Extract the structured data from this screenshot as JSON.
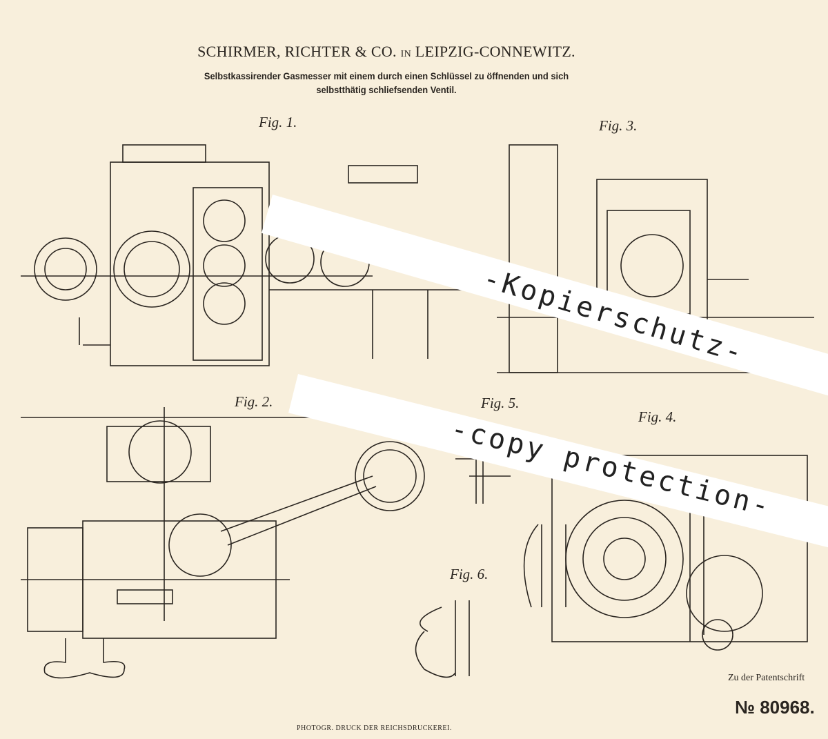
{
  "header": {
    "company_main": "SCHIRMER, RICHTER & CO.",
    "company_in": "IN",
    "company_city": "LEIPZIG-CONNEWITZ.",
    "subtitle_line1": "Selbstkassirender Gasmesser mit einem durch einen Schlüssel zu öffnenden und sich",
    "subtitle_line2": "selbstthätig schliefsenden Ventil."
  },
  "figures": {
    "fig1": "Fig. 1.",
    "fig2": "Fig. 2.",
    "fig3": "Fig. 3.",
    "fig4": "Fig. 4.",
    "fig5": "Fig. 5.",
    "fig6": "Fig. 6."
  },
  "watermark": {
    "line1": "-Kopierschutz-",
    "line2": "-copy protection-"
  },
  "footer": {
    "printer": "PHOTOGR. DRUCK DER REICHSDRUCKEREI.",
    "reference_label": "Zu der Patentschrift",
    "patent_number": "№ 80968."
  },
  "colors": {
    "paper": "#f8efdc",
    "ink": "#2a2520"
  }
}
